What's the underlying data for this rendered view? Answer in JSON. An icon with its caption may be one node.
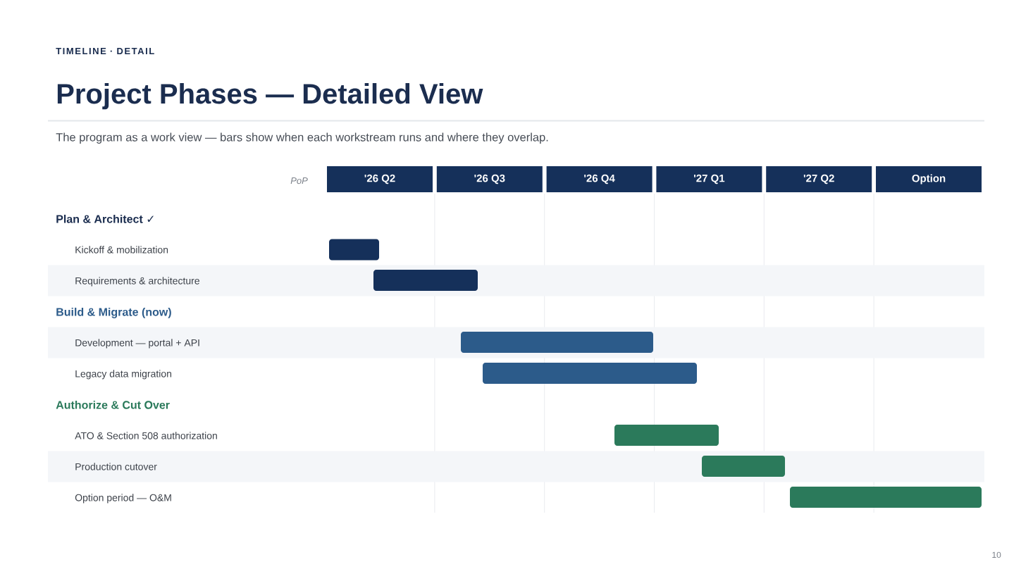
{
  "diagram": {
    "title": "Project Phases — Detailed View",
    "nodes": [
      {
        "text": [
          "'26 Q2"
        ]
      },
      {
        "text": [
          "'26 Q3"
        ]
      },
      {
        "text": [
          "'26 Q4"
        ]
      },
      {
        "text": [
          "'27 Q1"
        ]
      },
      {
        "text": [
          "'27 Q2"
        ]
      },
      {
        "text": [
          "Option"
        ]
      },
      {
        "text": [],
        "shape": "bar"
      },
      {
        "text": [],
        "shape": "bar"
      },
      {
        "text": [],
        "shape": "bar"
      },
      {
        "text": [],
        "shape": "bar"
      },
      {
        "text": [],
        "shape": "bar"
      },
      {
        "text": [],
        "shape": "bar"
      },
      {
        "text": [],
        "shape": "bar"
      }
    ],
    "labels": [
      "TIMELINE · DETAIL",
      "The program as a work view — bars show when each workstream runs and where they overlap.",
      "PoP",
      "Plan & Architect ✓",
      "Kickoff & mobilization",
      "Requirements & architecture",
      "Build & Migrate (now)",
      "Development — portal + API",
      "Legacy data migration",
      "Authorize & Cut Over",
      "ATO & Section 508 authorization",
      "Production cutover",
      "Option period — O&M",
      "10"
    ]
  }
}
